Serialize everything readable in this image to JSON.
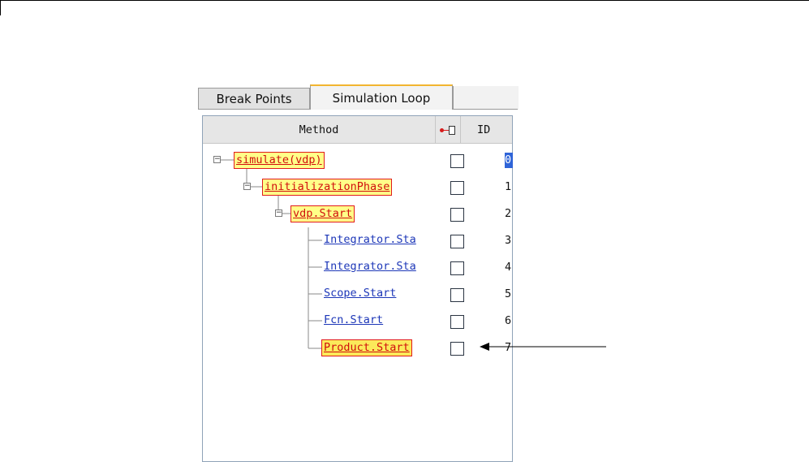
{
  "tabs": [
    {
      "label": "Break Points",
      "active": false
    },
    {
      "label": "Simulation Loop",
      "active": true
    }
  ],
  "columns": {
    "method": "Method",
    "breakpoint": "breakpoint-icon",
    "id": "ID"
  },
  "rows": [
    {
      "method": "simulate(vdp)",
      "id": "0",
      "style": "highlighted",
      "selected_id": true
    },
    {
      "method": "initializationPhase",
      "id": "1",
      "style": "highlighted"
    },
    {
      "method": "vdp.Start",
      "id": "2",
      "style": "highlighted"
    },
    {
      "method": "Integrator.Sta",
      "id": "3",
      "style": "link"
    },
    {
      "method": "Integrator.Sta",
      "id": "4",
      "style": "link"
    },
    {
      "method": "Scope.Start",
      "id": "5",
      "style": "link"
    },
    {
      "method": "Fcn.Start",
      "id": "6",
      "style": "link"
    },
    {
      "method": "Product.Start",
      "id": "7",
      "style": "highlighted-current"
    }
  ],
  "colors": {
    "highlight_fill": "#ffff88",
    "highlight_border": "#e11b1b",
    "link": "#1d37b8",
    "selected_id": "#2f64d8",
    "tab_accent": "#f2b530"
  }
}
